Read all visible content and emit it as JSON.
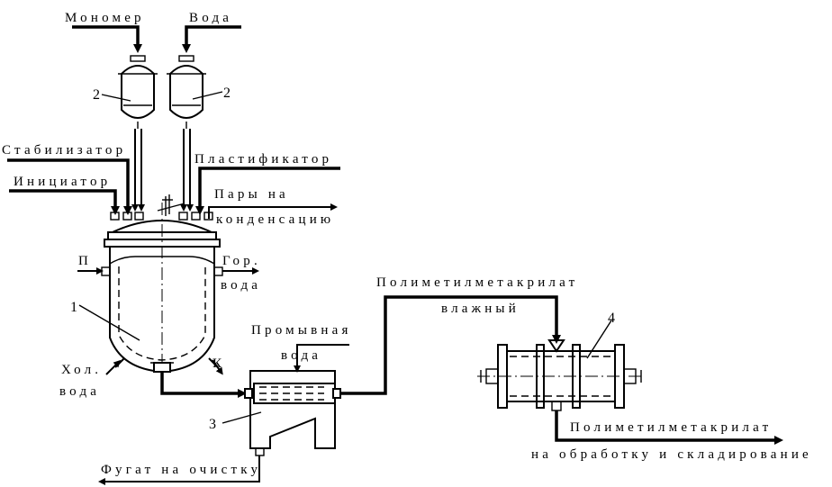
{
  "labels": {
    "monomer": "Мономер",
    "water": "Вода",
    "stabilizer": "Стабилизатор",
    "initiator": "Инициатор",
    "plasticizer": "Пластификатор",
    "vapors_line1": "Пары на",
    "vapors_line2": "конденсацию",
    "steam": "П",
    "hot_water_line1": "Гор.",
    "hot_water_line2": "вода",
    "cold_water_line1": "Хол.",
    "cold_water_line2": "вода",
    "condensate": "К",
    "wash_water_line1": "Промывная",
    "wash_water_line2": "вода",
    "pmma_wet_line1": "Полиметилметакрилат",
    "pmma_wet_line2": "влажный",
    "pmma_out_line1": "Полиметилметакрилат",
    "pmma_out_line2": "на обработку и складирование",
    "filtrate": "Фугат на очистку"
  },
  "numbers": {
    "reactor": "1",
    "tank_left": "2",
    "tank_right": "2",
    "centrifuge": "3",
    "dryer": "4"
  }
}
